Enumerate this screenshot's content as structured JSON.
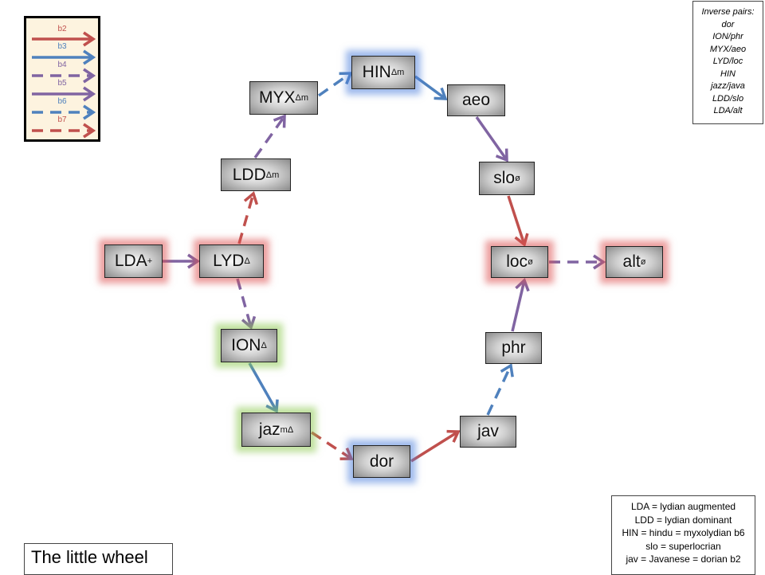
{
  "legend": {
    "items": [
      {
        "label": "b2",
        "color": "#c0504d",
        "style": "solid"
      },
      {
        "label": "b3",
        "color": "#4f81bd",
        "style": "solid"
      },
      {
        "label": "b4",
        "color": "#8064a2",
        "style": "dashed"
      },
      {
        "label": "b5",
        "color": "#8064a2",
        "style": "solid"
      },
      {
        "label": "b6",
        "color": "#4f81bd",
        "style": "dashed"
      },
      {
        "label": "b7",
        "color": "#c0504d",
        "style": "dashed"
      }
    ]
  },
  "nodes": {
    "MYX": {
      "name": "MYX",
      "sub": "Δm"
    },
    "HIN": {
      "name": "HIN",
      "sub": "Δm"
    },
    "aeo": {
      "name": "aeo",
      "sub": ""
    },
    "LDD": {
      "name": "LDD",
      "sub": "Δm"
    },
    "slo": {
      "name": "slo",
      "sub": "ø"
    },
    "LDA": {
      "name": "LDA",
      "sub": "+"
    },
    "LYD": {
      "name": "LYD",
      "sub": "Δ"
    },
    "loc": {
      "name": "loc",
      "sub": "ø"
    },
    "alt": {
      "name": "alt",
      "sub": "ø"
    },
    "ION": {
      "name": "ION",
      "sub": "Δ"
    },
    "phr": {
      "name": "phr",
      "sub": ""
    },
    "jaz": {
      "name": "jaz",
      "sub": "mΔ"
    },
    "dor": {
      "name": "dor",
      "sub": ""
    },
    "jav": {
      "name": "jav",
      "sub": ""
    }
  },
  "inverse_pairs": {
    "title": "Inverse pairs:",
    "items": [
      "dor",
      "ION/phr",
      "MYX/aeo",
      "LYD/loc",
      "HIN",
      "jazz/java",
      "LDD/slo",
      "LDA/alt"
    ]
  },
  "abbreviations": [
    "LDA = lydian augmented",
    "LDD = lydian dominant",
    "HIN = hindu = myxolydian b6",
    "slo = superlocrian",
    "jav = Javanese = dorian b2"
  ],
  "title": "The little wheel",
  "edges": [
    {
      "from": "LDA",
      "to": "LYD",
      "interval": "b5"
    },
    {
      "from": "LYD",
      "to": "LDD",
      "interval": "b7"
    },
    {
      "from": "LDD",
      "to": "MYX",
      "interval": "b4"
    },
    {
      "from": "MYX",
      "to": "HIN",
      "interval": "b6"
    },
    {
      "from": "HIN",
      "to": "aeo",
      "interval": "b3"
    },
    {
      "from": "aeo",
      "to": "slo",
      "interval": "b5"
    },
    {
      "from": "slo",
      "to": "loc",
      "interval": "b2"
    },
    {
      "from": "loc",
      "to": "alt",
      "interval": "b4"
    },
    {
      "from": "LYD",
      "to": "ION",
      "interval": "b4"
    },
    {
      "from": "ION",
      "to": "jaz",
      "interval": "b3"
    },
    {
      "from": "jaz",
      "to": "dor",
      "interval": "b7"
    },
    {
      "from": "dor",
      "to": "jav",
      "interval": "b2"
    },
    {
      "from": "jav",
      "to": "phr",
      "interval": "b6"
    },
    {
      "from": "phr",
      "to": "loc",
      "interval": "b5"
    }
  ]
}
